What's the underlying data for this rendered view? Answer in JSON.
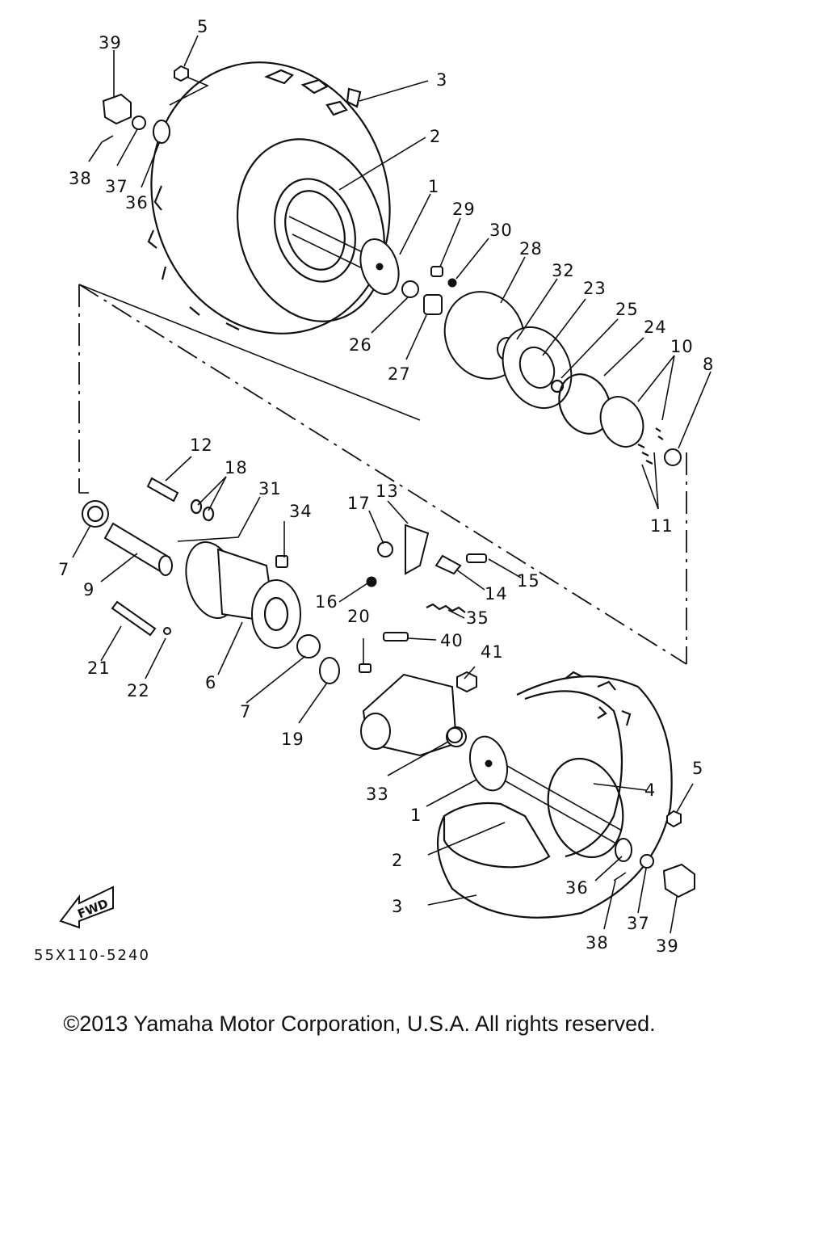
{
  "callouts": {
    "c1a": "1",
    "c1b": "1",
    "c2a": "2",
    "c2b": "2",
    "c3a": "3",
    "c3b": "3",
    "c4": "4",
    "c5a": "5",
    "c5b": "5",
    "c6": "6",
    "c7a": "7",
    "c7b": "7",
    "c8": "8",
    "c9": "9",
    "c10": "10",
    "c11": "11",
    "c12": "12",
    "c13": "13",
    "c14": "14",
    "c15": "15",
    "c16": "16",
    "c17": "17",
    "c18": "18",
    "c19": "19",
    "c20": "20",
    "c21": "21",
    "c22": "22",
    "c23": "23",
    "c24": "24",
    "c25": "25",
    "c26": "26",
    "c27": "27",
    "c28": "28",
    "c29": "29",
    "c30": "30",
    "c31": "31",
    "c32": "32",
    "c33": "33",
    "c34": "34",
    "c35": "35",
    "c36a": "36",
    "c36b": "36",
    "c37a": "37",
    "c37b": "37",
    "c38a": "38",
    "c38b": "38",
    "c39a": "39",
    "c39b": "39",
    "c40": "40",
    "c41": "41"
  },
  "fwd_label": "FWD",
  "diagram_code": "55X110-5240",
  "copyright": "©2013 Yamaha Motor Corporation, U.S.A. All rights reserved."
}
